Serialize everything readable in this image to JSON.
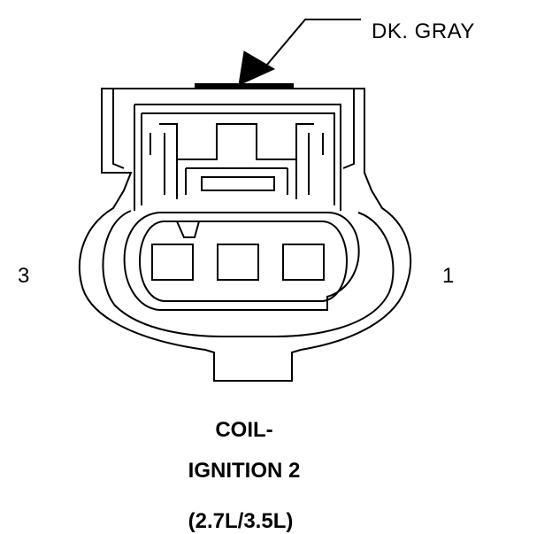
{
  "callout": {
    "text": "DK. GRAY"
  },
  "pins": {
    "left": "3",
    "right": "1"
  },
  "title": {
    "line1": "COIL-",
    "line2": "IGNITION 2",
    "line3": "(2.7L/3.5L)"
  },
  "colors": {
    "line": "#000000",
    "background": "#ffffff"
  },
  "connector": {
    "cavities": 3
  }
}
